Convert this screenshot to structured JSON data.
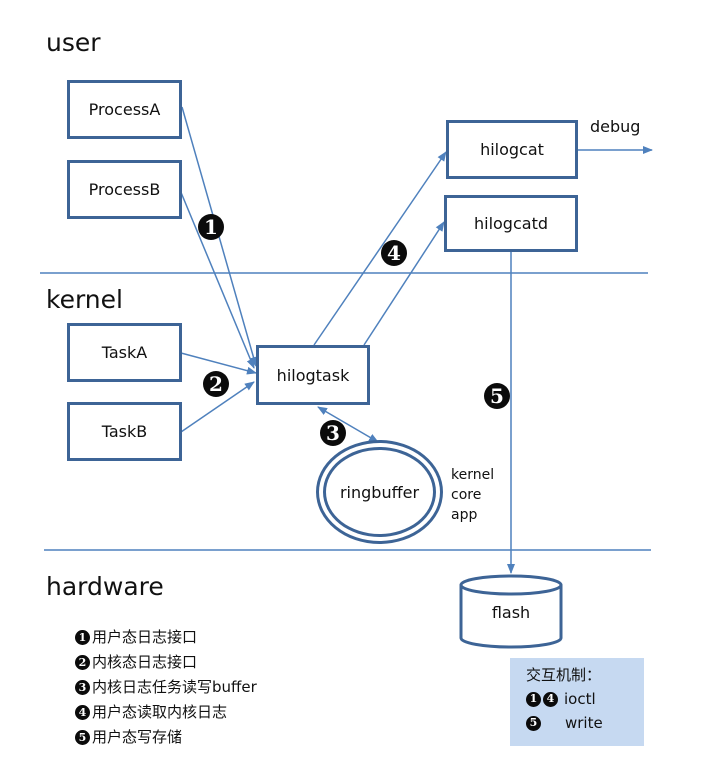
{
  "layers": {
    "user": "user",
    "kernel": "kernel",
    "hardware": "hardware"
  },
  "nodes": {
    "process_a": "ProcessA",
    "process_b": "ProcessB",
    "task_a": "TaskA",
    "task_b": "TaskB",
    "hilogtask": "hilogtask",
    "hilogcat": "hilogcat",
    "hilogcatd": "hilogcatd",
    "ringbuffer": "ringbuffer",
    "flash": "flash"
  },
  "edge_labels": {
    "debug": "debug"
  },
  "badges": {
    "b1": "1",
    "b2": "2",
    "b3": "3",
    "b4": "4",
    "b5": "5"
  },
  "ringbuffer_note": [
    "kernel",
    "core",
    "app"
  ],
  "legend": [
    {
      "num": "1",
      "text": "用户态日志接口"
    },
    {
      "num": "2",
      "text": "内核态日志接口"
    },
    {
      "num": "3",
      "text": "内核日志任务读写buffer"
    },
    {
      "num": "4",
      "text": "用户态读取内核日志"
    },
    {
      "num": "5",
      "text": "用户态写存储"
    }
  ],
  "mechanism": {
    "title": "交互机制：",
    "rows": [
      {
        "nums": [
          "1",
          "4"
        ],
        "text": "ioctl"
      },
      {
        "nums": [
          "5"
        ],
        "text": "write"
      }
    ]
  },
  "colors": {
    "line": "#4f81bd",
    "border": "#3d6496",
    "mech_bg": "#c6d9f1"
  }
}
